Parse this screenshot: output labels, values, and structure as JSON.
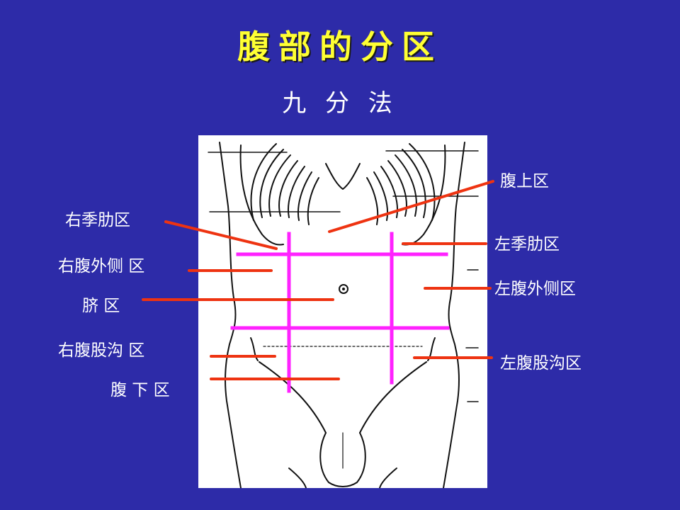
{
  "title": "腹部的分区",
  "subtitle": "九 分 法",
  "colors": {
    "background": "#2d2ba8",
    "title": "#ffff33",
    "label": "#ffffff",
    "grid_lines": "#ff22ff",
    "pointer_lines": "#ee3311",
    "figure_panel": "#ffffff",
    "figure_ink": "#111111"
  },
  "regions": {
    "epigastric": "腹上区",
    "right_hypochondriac": "右季肋区",
    "left_hypochondriac": "左季肋区",
    "right_lumbar": "右腹外侧 区",
    "left_lumbar": "左腹外侧区",
    "umbilical": "脐 区",
    "right_inguinal": "右腹股沟 区",
    "left_inguinal": "左腹股沟区",
    "hypogastric": "腹 下 区"
  }
}
